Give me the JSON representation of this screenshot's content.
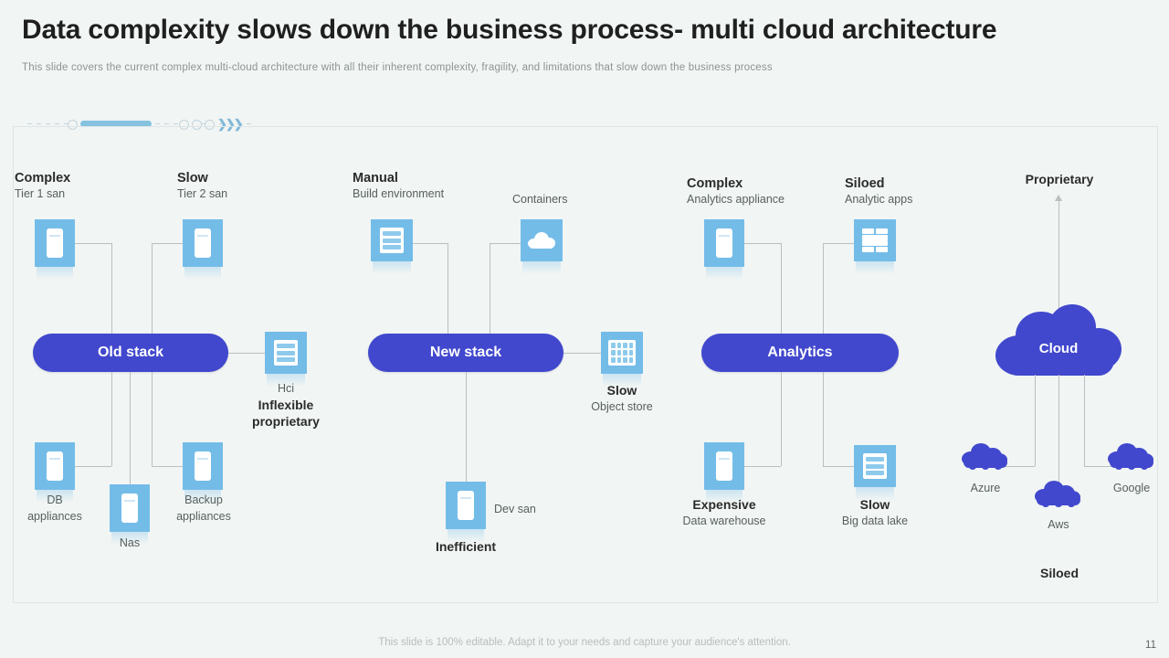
{
  "header": {
    "title": "Data complexity slows down the business process- multi cloud architecture",
    "subtitle": "This slide covers the current complex multi-cloud architecture with all their inherent complexity, fragility, and limitations that slow down the business process"
  },
  "footer": {
    "note": "This slide is 100% editable. Adapt it to your needs and capture your audience's attention.",
    "page_number": "11"
  },
  "colors": {
    "background": "#f1f5f4",
    "pill": "#4148cd",
    "tile": "#74bce8",
    "line": "#b9c0bf",
    "accent_bar": "#86c2e0",
    "panel_border": "#dfe5e4"
  },
  "groups": {
    "old_stack": {
      "pill_label": "Old stack",
      "top_nodes": [
        {
          "heading": "Complex",
          "sub": "Tier 1 san",
          "icon": "storage-tower-icon"
        },
        {
          "heading": "Slow",
          "sub": "Tier 2 san",
          "icon": "storage-tower-icon"
        }
      ],
      "side_node": {
        "caption": "Hci",
        "emphasis_line1": "Inflexible",
        "emphasis_line2": "proprietary",
        "icon": "server-rack-icon"
      },
      "bottom_nodes": [
        {
          "label_line1": "DB",
          "label_line2": "appliances",
          "icon": "storage-tower-icon"
        },
        {
          "label_line1": "Nas",
          "label_line2": "",
          "icon": "storage-tower-icon"
        },
        {
          "label_line1": "Backup",
          "label_line2": "appliances",
          "icon": "storage-tower-icon"
        }
      ]
    },
    "new_stack": {
      "pill_label": "New stack",
      "top_nodes": [
        {
          "heading": "Manual",
          "sub": "Build environment",
          "icon": "server-rack-icon"
        },
        {
          "heading": "",
          "sub": "Containers",
          "icon": "cloud-icon"
        }
      ],
      "side_node": {
        "heading": "Slow",
        "sub": "Object store",
        "icon": "dot-grid-icon"
      },
      "bottom_nodes": [
        {
          "label": "Dev san",
          "emphasis": "Inefficient",
          "icon": "storage-tower-icon"
        }
      ]
    },
    "analytics": {
      "pill_label": "Analytics",
      "top_nodes": [
        {
          "heading": "Complex",
          "sub": "Analytics appliance",
          "icon": "storage-tower-icon"
        },
        {
          "heading": "Siloed",
          "sub": "Analytic apps",
          "icon": "app-rows-icon"
        }
      ],
      "bottom_nodes": [
        {
          "heading": "Expensive",
          "sub": "Data warehouse",
          "icon": "storage-tower-icon"
        },
        {
          "heading": "Slow",
          "sub": "Big data lake",
          "icon": "server-rack-icon"
        }
      ]
    },
    "cloud": {
      "top_label": "Proprietary",
      "cloud_label": "Cloud",
      "providers": [
        {
          "name": "Azure",
          "icon": "cloud-icon"
        },
        {
          "name": "Aws",
          "icon": "cloud-icon"
        },
        {
          "name": "Google",
          "icon": "cloud-icon"
        }
      ],
      "bottom_label": "Siloed"
    }
  }
}
